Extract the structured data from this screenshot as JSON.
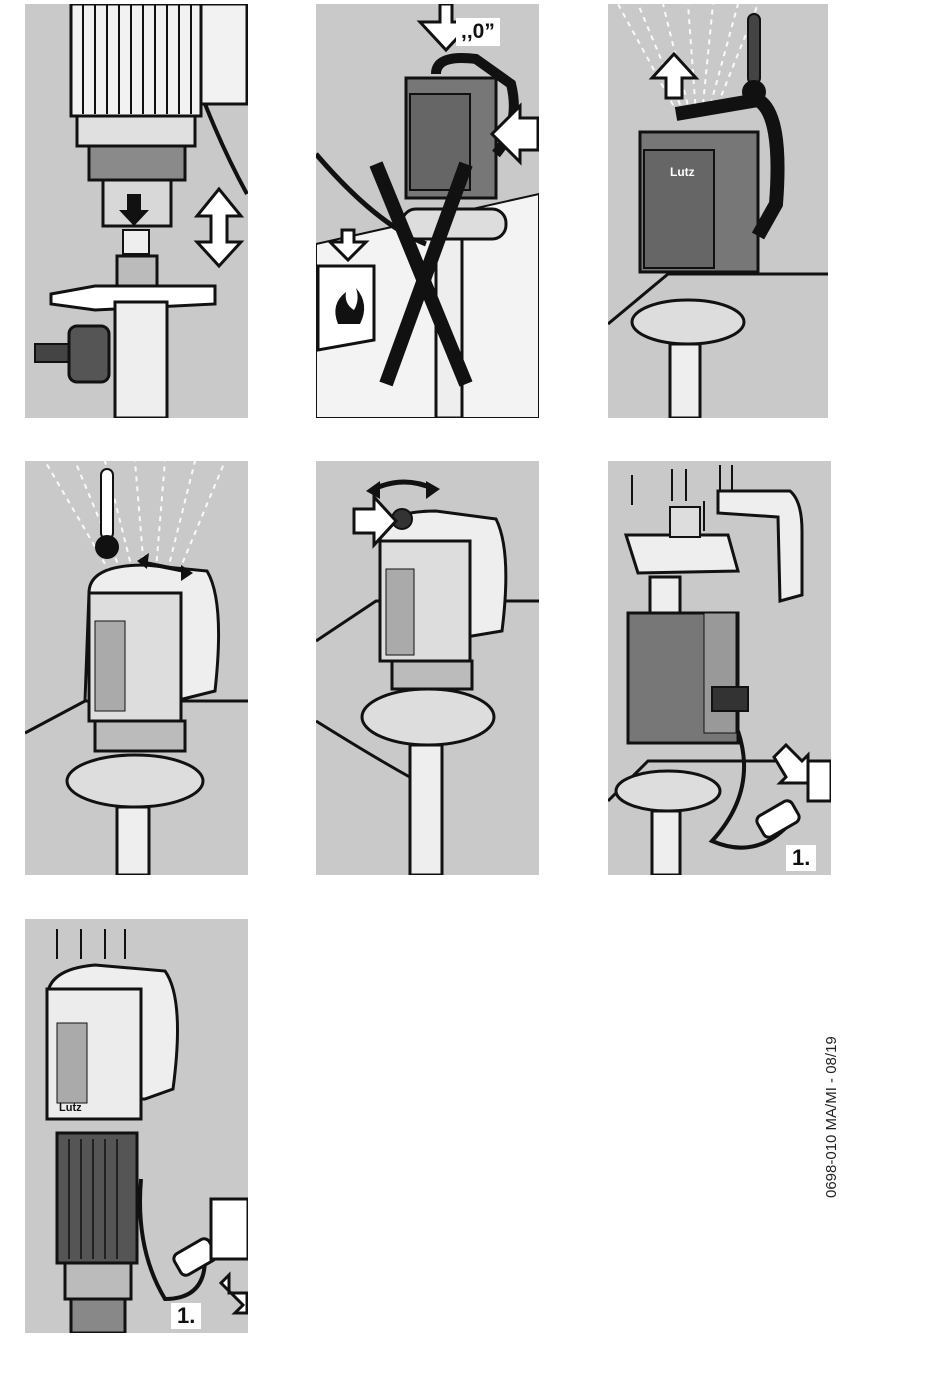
{
  "panels": [
    {
      "name": "panel-coupling-connection"
    },
    {
      "name": "panel-switch-off-no-hazard"
    },
    {
      "name": "panel-heat-ventilation"
    },
    {
      "name": "panel-keep-vents-clear"
    },
    {
      "name": "panel-speed-adjust"
    },
    {
      "name": "panel-disassemble-handle",
      "step_label": "1."
    },
    {
      "name": "panel-open-motor-housing",
      "step_label": "1."
    }
  ],
  "switch_label": ",,0”",
  "brand": "Lutz",
  "document_code": "0698-010 MA/MI - 08/19",
  "colors": {
    "panel_bg": "#c9c9c9",
    "ink": "#111111",
    "paper": "#ffffff"
  }
}
